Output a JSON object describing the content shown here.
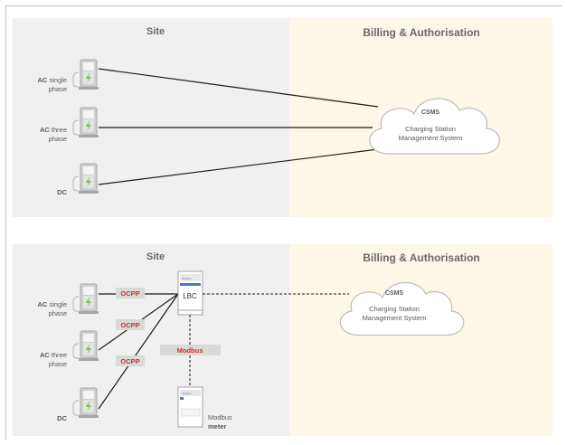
{
  "panels": [
    {
      "site_title": "Site",
      "billing_title": "Billing & Authorisation",
      "chargers": [
        {
          "label_bold": "AC",
          "label_rest": "single",
          "label_line2": "phase"
        },
        {
          "label_bold": "AC",
          "label_rest": "three",
          "label_line2": "phase"
        },
        {
          "label_bold": "DC",
          "label_rest": "",
          "label_line2": ""
        }
      ],
      "csms": {
        "title": "CSMS",
        "line1": "Charging Station",
        "line2": "Management System"
      }
    },
    {
      "site_title": "Site",
      "billing_title": "Billing & Authorisation",
      "chargers": [
        {
          "label_bold": "AC",
          "label_rest": "single",
          "label_line2": "phase"
        },
        {
          "label_bold": "AC",
          "label_rest": "three",
          "label_line2": "phase"
        },
        {
          "label_bold": "DC",
          "label_rest": "",
          "label_line2": ""
        }
      ],
      "protocol_tags": [
        "OCPP",
        "OCPP",
        "OCPP"
      ],
      "lbc": {
        "label": "LBC",
        "tab_text": "Modbus"
      },
      "modbus_tag": "Modbus",
      "meter": {
        "line1": "Modbus",
        "line2": "meter",
        "tab_text": "Modbus"
      },
      "csms": {
        "title": "CSMS",
        "line1": "Charging Station",
        "line2": "Management System"
      }
    }
  ],
  "colors": {
    "site_bg": "#f0f0f0",
    "billing_bg": "#fdf7e7",
    "tag_bg": "#d9d9d9",
    "tag_text": "#c0392b",
    "lightning": "#7dc242",
    "text": "#595959"
  }
}
